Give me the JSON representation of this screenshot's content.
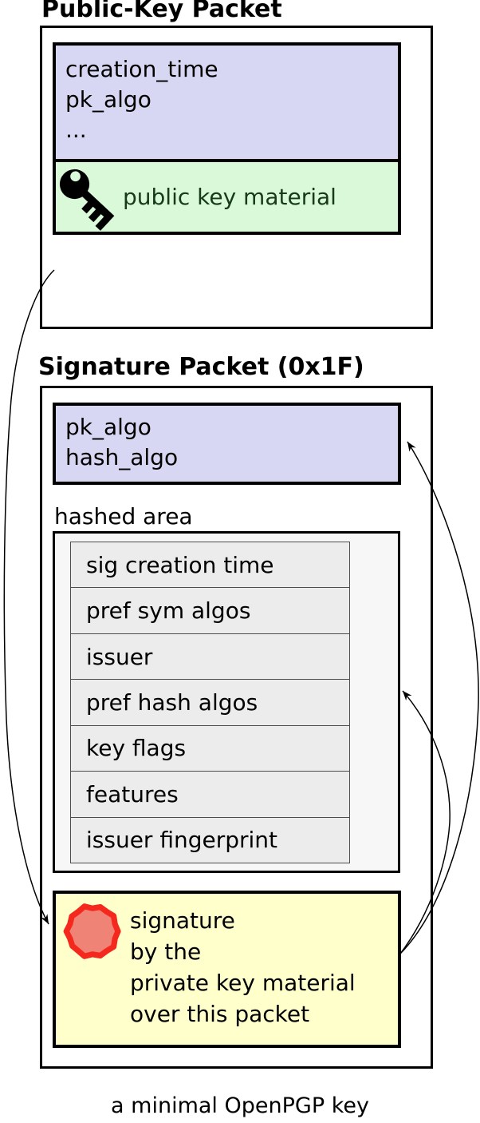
{
  "caption": "a minimal OpenPGP key",
  "public_key_packet": {
    "title": "Public-Key Packet",
    "header_fields": [
      "creation_time",
      "pk_algo",
      "..."
    ],
    "key_material_label": "public key material"
  },
  "signature_packet": {
    "title": "Signature Packet (0x1F)",
    "header_fields": [
      "pk_algo",
      "hash_algo"
    ],
    "hashed_area": {
      "label": "hashed area",
      "rows": [
        "sig creation time",
        "pref sym algos",
        "issuer",
        "pref hash algos",
        "key flags",
        "features",
        "issuer fingerprint"
      ]
    },
    "signature_lines": [
      "signature",
      "by the",
      "private key material",
      "over this packet"
    ]
  },
  "icons": {
    "key": "key-icon",
    "seal": "wax-seal-icon"
  },
  "colors": {
    "header_lavender": "#d7d7f4",
    "key_material_green": "#d9f9d9",
    "key_material_text_green": "#173a17",
    "signature_yellow": "#ffffcc",
    "hashed_area_gray": "#f7f7f7",
    "row_gray": "#ececec",
    "seal_ring_red": "#f5281e",
    "seal_fill_salmon": "#ef8375",
    "line_black": "#000000"
  }
}
